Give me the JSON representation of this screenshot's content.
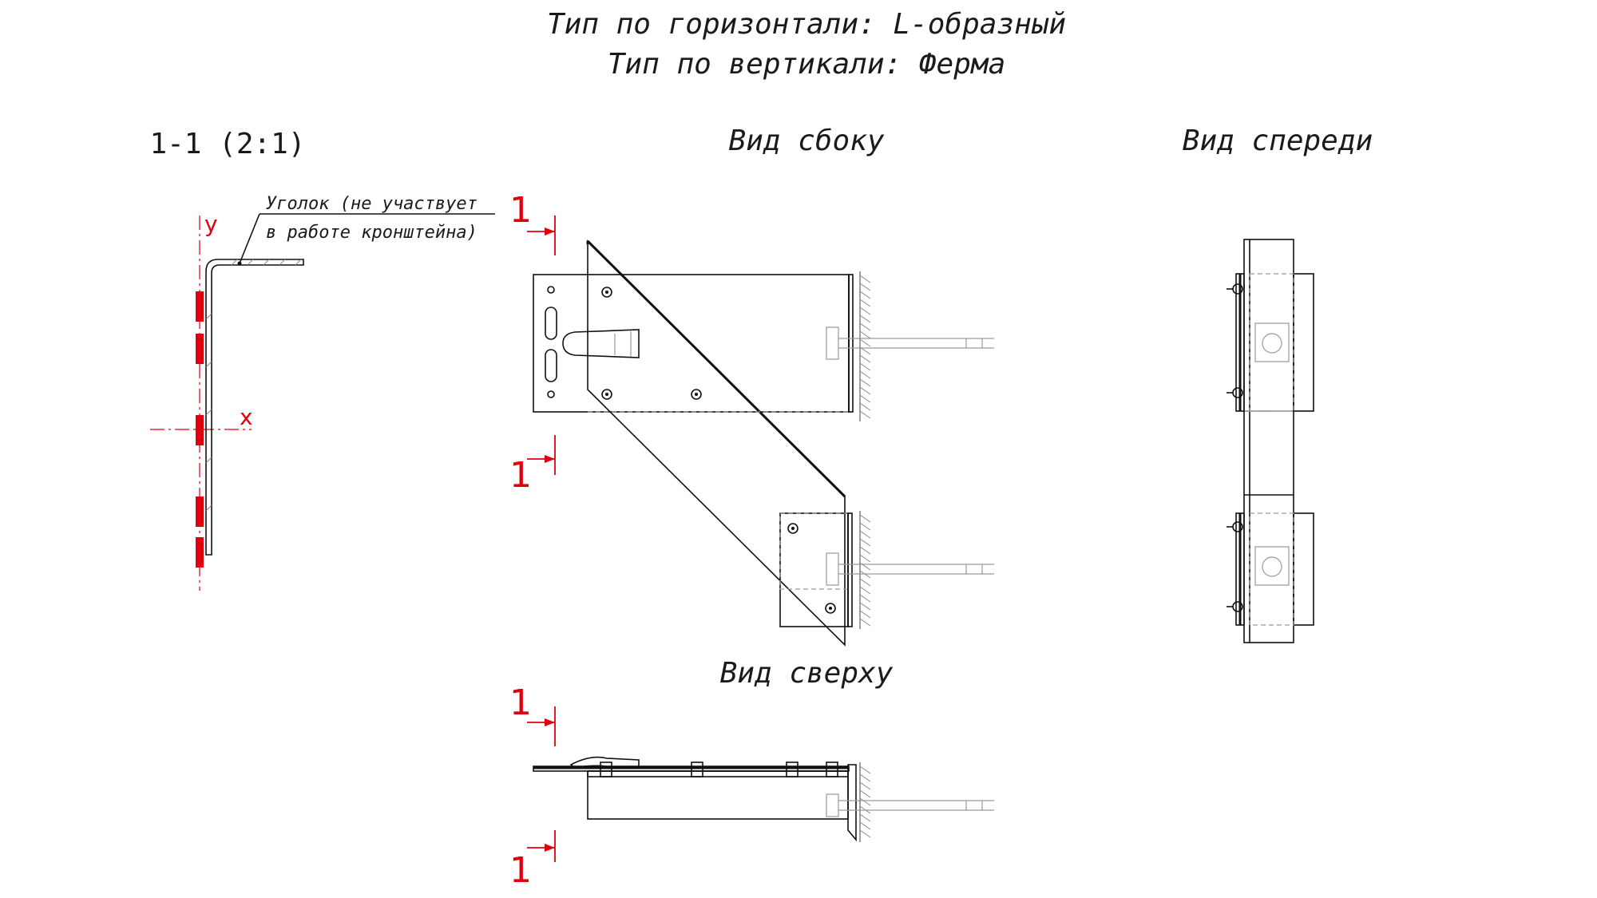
{
  "header": {
    "line1": "Тип по горизонтали: L-образный",
    "line2": "Тип по вертикали: Ферма"
  },
  "views": {
    "section": "1-1 (2:1)",
    "side": "Вид сбоку",
    "front": "Вид спереди",
    "top": "Вид сверху"
  },
  "section_marker": "1",
  "axes": {
    "x": "x",
    "y": "y"
  },
  "note": {
    "line1": "Уголок (не участвует",
    "line2": "в работе кронштейна)"
  },
  "colors": {
    "accent": "#e0000d",
    "line": "#111111",
    "hidden": "#9a9a9a"
  }
}
